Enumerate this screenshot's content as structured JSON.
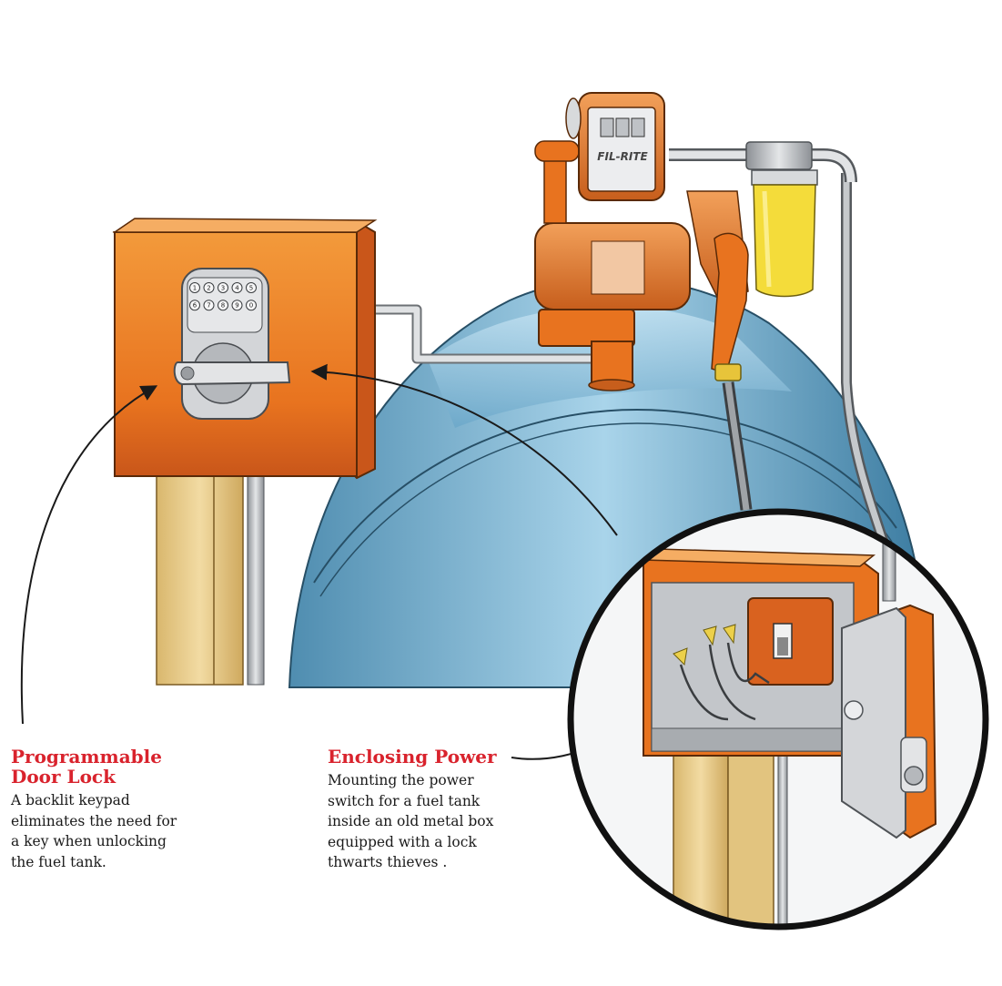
{
  "callouts": {
    "lock": {
      "title_line1": "Programmable",
      "title_line2": "Door Lock",
      "body_lines": [
        "A backlit keypad",
        "eliminates the need for",
        "a key when unlocking",
        "the fuel tank."
      ]
    },
    "power": {
      "title": "Enclosing Power",
      "body_lines": [
        "Mounting the power",
        "switch for a fuel tank",
        "inside an old metal box",
        "equipped with a lock",
        "thwarts thieves ."
      ]
    }
  },
  "meter": {
    "brand": "FIL-RITE"
  },
  "keypad": {
    "keys": [
      "1",
      "2",
      "3",
      "4",
      "5",
      "6",
      "7",
      "8",
      "9",
      "0"
    ]
  },
  "colors": {
    "accent_red": "#d9232d",
    "box_orange": "#e8731f",
    "tank_blue": "#8fc3de",
    "filter_yellow": "#f4dc3a",
    "post_wood": "#e9cd8c",
    "steel_gray": "#b9bcc0"
  }
}
